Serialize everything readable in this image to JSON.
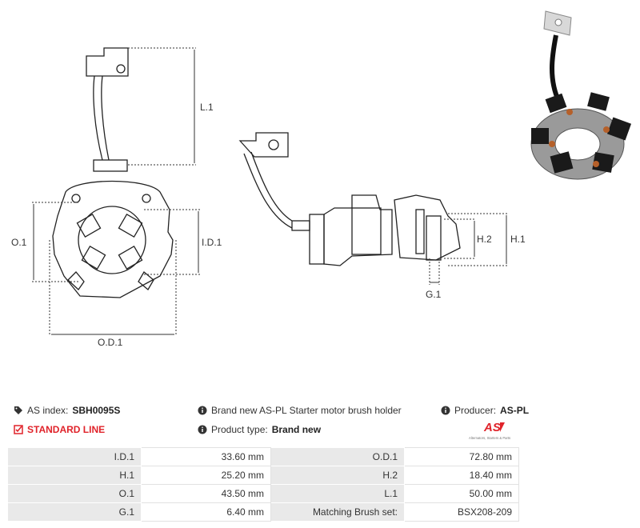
{
  "dimensions": {
    "l1": "L.1",
    "o1": "O.1",
    "id1": "I.D.1",
    "od1": "O.D.1",
    "h1": "H.1",
    "h2": "H.2",
    "g1": "G.1"
  },
  "info": {
    "as_index_label": "AS index:",
    "as_index_value": "SBH0095S",
    "line": "STANDARD LINE",
    "description": "Brand new AS-PL Starter motor brush holder",
    "product_type_label": "Product type:",
    "product_type_value": "Brand new",
    "producer_label": "Producer:",
    "producer_value": "AS-PL"
  },
  "logo": {
    "mark": "AS",
    "tagline": "Alternators, Starters & Parts"
  },
  "colors": {
    "accent_red": "#e0232a",
    "table_key_bg": "#e9e9e9"
  },
  "specs": [
    [
      "I.D.1",
      "33.60 mm",
      "O.D.1",
      "72.80 mm"
    ],
    [
      "H.1",
      "25.20 mm",
      "H.2",
      "18.40 mm"
    ],
    [
      "O.1",
      "43.50 mm",
      "L.1",
      "50.00 mm"
    ],
    [
      "G.1",
      "6.40 mm",
      "Matching Brush set:",
      "BSX208-209"
    ]
  ]
}
